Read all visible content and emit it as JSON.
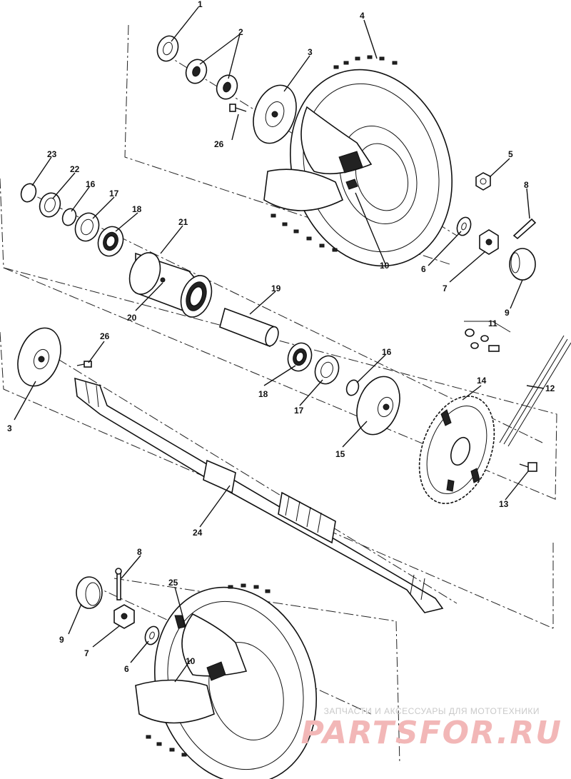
{
  "callouts": {
    "c1": "1",
    "c2": "2",
    "c3a": "3",
    "c4": "4",
    "c5": "5",
    "c26a": "26",
    "c23": "23",
    "c22": "22",
    "c16a": "16",
    "c17a": "17",
    "c18a": "18",
    "c21": "21",
    "c20": "20",
    "c10a": "10",
    "c8a": "8",
    "c6a": "6",
    "c7a": "7",
    "c9a": "9",
    "c19": "19",
    "c11": "11",
    "c12": "12",
    "c26b": "26",
    "c3b": "3",
    "c16b": "16",
    "c18b": "18",
    "c17b": "17",
    "c14": "14",
    "c15": "15",
    "c13": "13",
    "c24": "24",
    "c8b": "8",
    "c25": "25",
    "c9b": "9",
    "c7b": "7",
    "c6b": "6",
    "c10b": "10"
  },
  "watermark": {
    "top_text": "ЗАПЧАСТИ И АКСЕССУАРЫ ДЛЯ МОТОТЕХНИКИ",
    "brand_text": "PARTSFOR.RU"
  },
  "colors": {
    "ink": "#111111",
    "watermark_brand": "#f2b7b7",
    "watermark_text": "#c9c9c9"
  }
}
